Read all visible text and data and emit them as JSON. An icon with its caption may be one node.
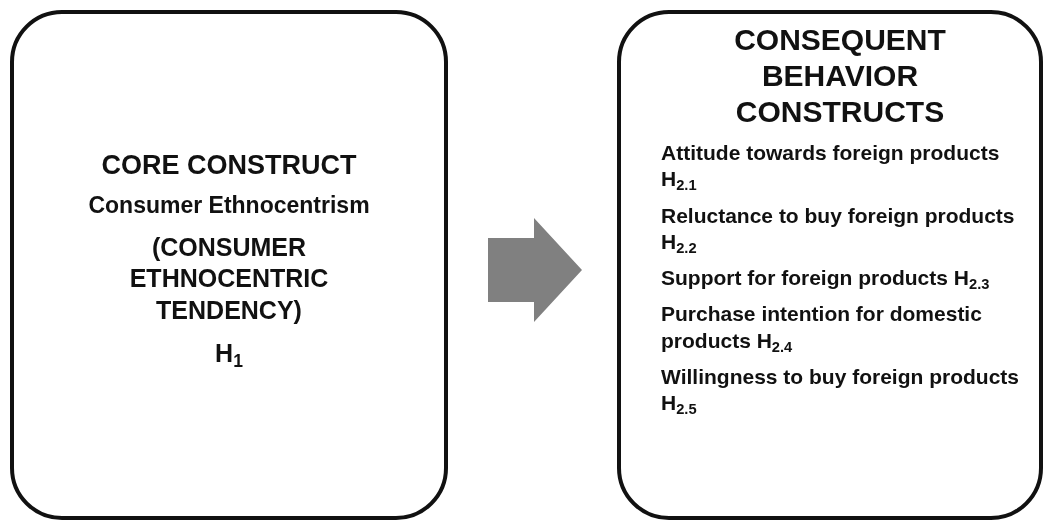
{
  "diagram": {
    "nodes": [
      {
        "text": [
          "CORE CONSTRUCT",
          "Consumer Ethnocentrism",
          "(CONSUMER ETHNOCENTRIC TENDENCY)",
          "H$_{1}$"
        ]
      },
      {
        "text": [
          "CONSEQUENT BEHAVIOR CONSTRUCTS",
          "Attitude towards foreign products H$_{2.1}$",
          "Reluctance to buy foreign products H$_{2.2}$",
          "Support for foreign products H$_{2.3}$",
          "Purchase intention for domestic products H$_{2.4}$",
          "Willingness to buy foreign products H$_{2.5}$"
        ]
      }
    ],
    "edges": [
      {
        "from": 0,
        "to": 1,
        "arrow": "to",
        "style": "thick",
        "color": "#808080"
      }
    ]
  }
}
